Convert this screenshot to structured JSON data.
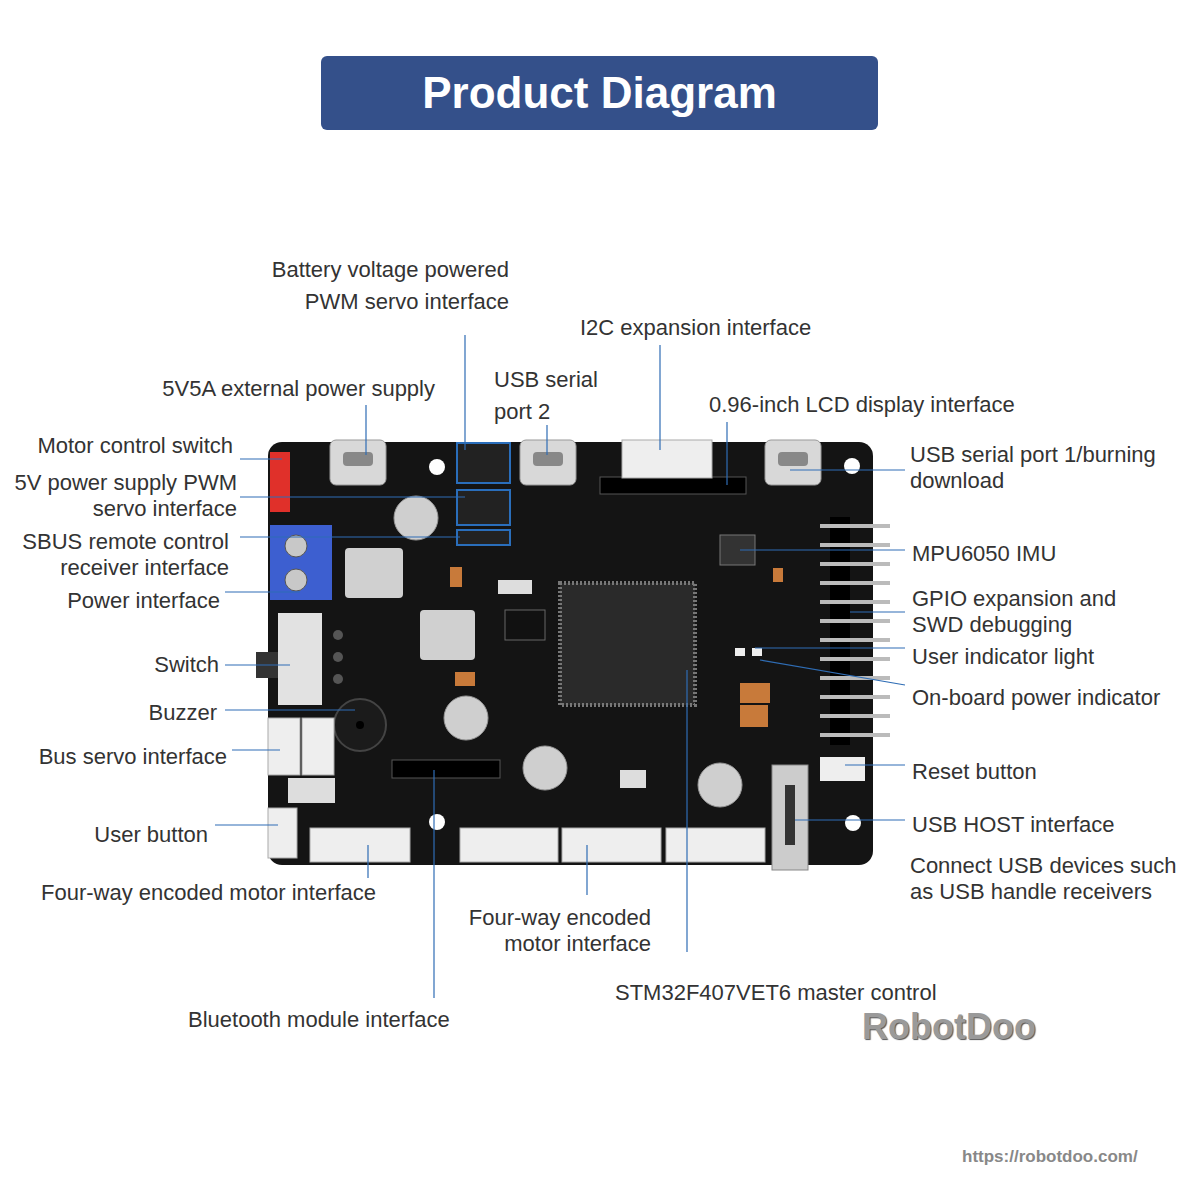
{
  "diagram": {
    "title": "Product Diagram",
    "labels": [
      "Battery voltage powered PWM servo interface",
      "I2C expansion interface",
      "USB serial port 2",
      "0.96-inch LCD display interface",
      "5V5A external power supply",
      "Motor control switch",
      "5V power supply PWM servo interface",
      "SBUS remote control receiver interface",
      "Power interface",
      "Switch",
      "Buzzer",
      "Bus servo interface",
      "User button",
      "Four-way encoded motor interface",
      "Four-way encoded motor interface",
      "Bluetooth module interface",
      "STM32F407VET6 master control",
      "USB serial port 1/burning download",
      "MPU6050 IMU",
      "GPIO expansion and SWD debugging",
      "User indicator light",
      "On-board power indicator",
      "Reset button",
      "USB HOST interface",
      "Connect USB devices such as USB handle receivers",
      "RobotDoo",
      "https://robotdoo.com/"
    ]
  }
}
